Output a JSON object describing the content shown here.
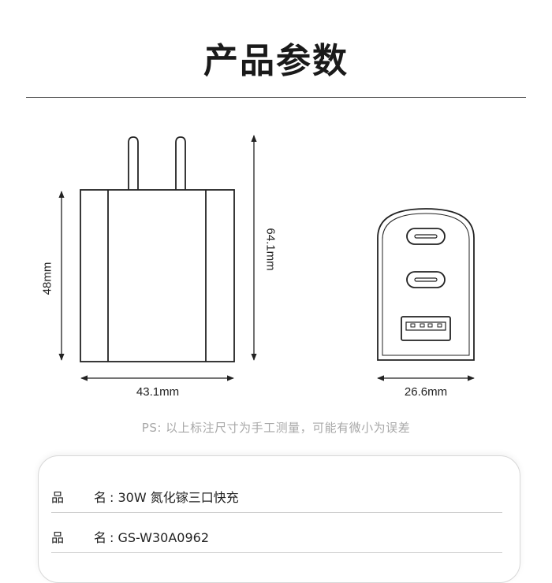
{
  "title": "产品参数",
  "dimensions": {
    "side_height": "48mm",
    "total_height": "64.1mm",
    "side_width": "43.1mm",
    "front_width": "26.6mm"
  },
  "note": "PS: 以上标注尺寸为手工测量，可能有微小为误差",
  "specs": [
    {
      "key_a": "品",
      "key_b": "名",
      "value": ": 30W  氮化镓三口快充"
    },
    {
      "key_a": "品",
      "key_b": "名",
      "value": ": GS-W30A0962"
    }
  ]
}
